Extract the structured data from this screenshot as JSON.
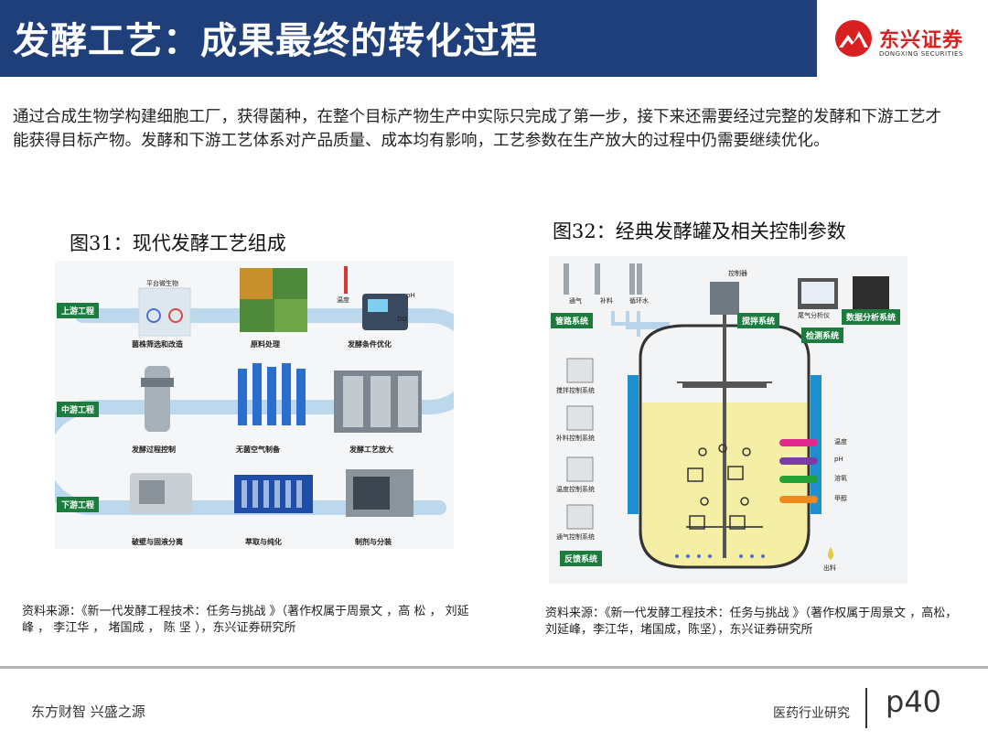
{
  "header": {
    "title": "发酵工艺：成果最终的转化过程",
    "logo_cn": "东兴证券",
    "logo_en": "DONGXING SECURITIES"
  },
  "intro": "通过合成生物学构建细胞工厂，获得菌种，在整个目标产物生产中实际只完成了第一步，接下来还需要经过完整的发酵和下游工艺才能获得目标产物。发酵和下游工艺体系对产品质量、成本均有影响，工艺参数在生产放大的过程中仍需要继续优化。",
  "fig31": {
    "title": "图31：现代发酵工艺组成",
    "stages": [
      "上游工程",
      "中游工程",
      "下游工程"
    ],
    "top_label": "平台微生物",
    "sensor_labels": [
      "温度",
      "pH",
      "DO"
    ],
    "steps": [
      "菌株筛选和改造",
      "原料处理",
      "发酵条件优化",
      "发酵过程控制",
      "无菌空气制备",
      "发酵工艺放大",
      "破壁与固液分离",
      "萃取与纯化",
      "制剂与分装"
    ]
  },
  "fig32": {
    "title": "图32：经典发酵罐及相关控制参数",
    "top_labels": [
      "控制器",
      "通气",
      "补料",
      "循环水"
    ],
    "tags": [
      "管路系统",
      "搅拌系统",
      "数据分析系统",
      "检测系统",
      "反馈系统"
    ],
    "side_systems": [
      "搅拌控制系统",
      "补料控制系统",
      "温度控制系统",
      "通气控制系统"
    ],
    "tail_gas": "尾气分析仪",
    "params": [
      "温度",
      "pH",
      "溶氧",
      "甲醇"
    ],
    "outlet": "出料"
  },
  "sources": {
    "left": "资料来源：《新一代发酵工程技术：任务与挑战 》（著作权属于周景文 ，高 松 ， 刘延峰 ， 李江华 ， 堵国成 ， 陈 坚 ），东兴证券研究所",
    "right": "资料来源：《新一代发酵工程技术：任务与挑战 》（著作权属于周景文 ，高松，刘延峰，李江华，堵国成，陈坚），东兴证券研究所"
  },
  "footer": {
    "left": "东方财智 兴盛之源",
    "right": "医药行业研究",
    "page": "p40"
  },
  "colors": {
    "title_bar": "#1f3f7a",
    "brand_red": "#d7201f",
    "tag_green": "#1b7c3d",
    "pipe_blue": "#bcd8ec",
    "broth_yellow": "#f4efa4",
    "param_colors": [
      "#e02a8f",
      "#7a3aa8",
      "#23a23a",
      "#f08a1c"
    ]
  }
}
